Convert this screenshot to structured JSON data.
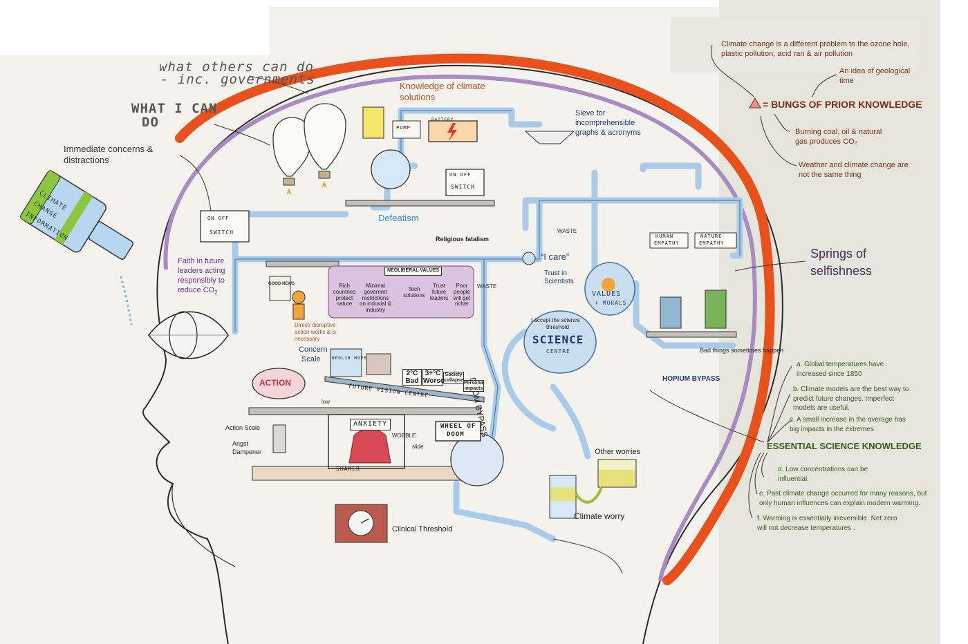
{
  "labels": {
    "what_others": "what others can do",
    "what_others_2": "- inc. governments",
    "what_i_can": "WHAT I CAN",
    "what_i_can_2": "DO",
    "immediate": "Immediate concerns &",
    "immediate_2": "distractions",
    "knowledge": "Knowledge of climate",
    "knowledge_2": "solutions",
    "sieve": "Sieve for",
    "sieve_2": "incomprehensible",
    "sieve_3": "graphs & acronyms",
    "defeatism": "Defeatism",
    "waste": "WASTE",
    "waste_2": "WASTE",
    "religious": "Religious fatalism",
    "i_care": "“I care”",
    "trust_sci": "Trust in",
    "trust_sci_2": "Scientists",
    "faith": "Faith in future",
    "faith_2": "leaders acting",
    "faith_3": "responsibly to",
    "faith_4": "reduce CO",
    "faith_sub": "2",
    "direct": "Direct/ disruptive",
    "direct_2": "action works & is",
    "direct_3": "necessary",
    "concern_scale": "Concern",
    "concern_scale_2": "Scale",
    "action": "ACTION",
    "action_scale": "Action Scale",
    "angst": "Angst",
    "angst_2": "Dampener",
    "anxiety": "ANXIETY",
    "shaker": "SHAKER",
    "slide": "slide",
    "wobble": "WOBBLE",
    "wheel_doom": "WHEEL OF",
    "wheel_doom_2": "DOOM",
    "doom_bypass": "DOOM BYPASS",
    "clinical": "Clinical Threshold",
    "other_worries": "Other worries",
    "climate_worry": "Climate worry",
    "future_vision": "FUTURE VISION CENTRE",
    "neolib_values": "NEOLIBERAL VALUES",
    "neolib_hope": "NEOLIB HOPE",
    "low": "low",
    "science_centre": "SCIENCE",
    "science_centre_2": "CENTRE",
    "i_accept": "I accept the science",
    "i_accept_2": "threshold",
    "values": "VALUES",
    "values_2": "+ MORALS",
    "human_empathy": "HUMAN",
    "human_empathy_2": "EMPATHY",
    "nature_empathy": "NATURE",
    "nature_empathy_2": "EMPATHY",
    "springs": "Springs of",
    "springs_2": "selfishness",
    "bad_things": "Bad things sometimes happen",
    "hopium": "HOPIUM BYPASS",
    "battery": "BATTERY",
    "pump": "PUMP",
    "on_off": "ON   OFF",
    "switch": "SWITCH",
    "bottle": "CLIMATE",
    "bottle_2": "CHANGE",
    "bottle_3": "INFORMATION",
    "good_news": "GOOD NEWS"
  },
  "neolib_boxes": [
    "Rich countries protect nature",
    "Minimal governmt restrictions on induvial & industry",
    "Tech solutions",
    "Trust future leaders",
    "Poor people will get richer"
  ],
  "future_jars": [
    {
      "top": "2°C",
      "bottom": "Bad"
    },
    {
      "top": "3+°C",
      "bottom": "Worse"
    },
    {
      "top": "Society",
      "bottom": "collapse"
    },
    {
      "top": "Personal",
      "bottom": "impacts"
    }
  ],
  "bungs": {
    "title": "= BUNGS OF PRIOR KNOWLEDGE",
    "notes": [
      "Climate change is a different problem to the ozone hole, plastic pollution, acid ran & air pollution",
      "An idea of geological time",
      "Burning coal, oil & natural gas produces CO₂",
      "Weather and climate change are not the same thing"
    ]
  },
  "essential": {
    "title": "ESSENTIAL SCIENCE KNOWLEDGE",
    "items": [
      "a. Global temperatures have increased since 1850",
      "b. Climate models are the best way to predict future changes. Imperfect models are useful.",
      "c. A small increase in the average has big impacts in the extremes.",
      "d. Low concentrations can be influential.",
      "e. Past climate change occurred for many reasons, but only human influences can explain modern warming.",
      "f. Warming is essentially irreversible. Net zero will not decrease temperatures ."
    ]
  },
  "colors": {
    "brain_orange": "#e8501c",
    "brain_purple": "#a98bc4",
    "pipe_blue": "#a9cbe8",
    "pipe_stroke": "#3f6f9a",
    "panel": "#e6e5dc",
    "bungs_red": "#7a2e16",
    "ess_green": "#3a5a1e",
    "action_red": "#c8303a",
    "jelly": "#d94a57"
  }
}
